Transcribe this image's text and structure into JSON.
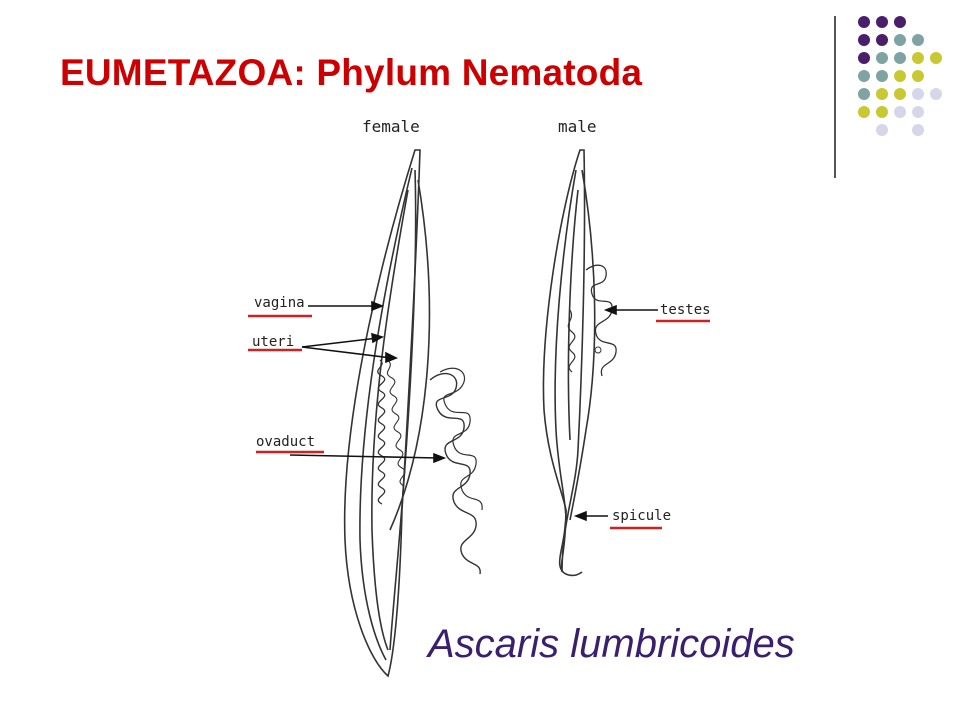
{
  "slide": {
    "title": "EUMETAZOA: Phylum Nematoda",
    "caption": "Ascaris lumbricoides"
  },
  "diagram": {
    "female_heading": "female",
    "male_heading": "male",
    "labels": {
      "vagina": "vagina",
      "uteri": "uteri",
      "ovaduct": "ovaduct",
      "testes": "testes",
      "spicule": "spicule"
    }
  },
  "colors": {
    "title": "#cc0000",
    "caption": "#3a1f6e",
    "underline": "#cc2222",
    "dot_purple": "#4b1e6b",
    "dot_teal": "#7fa3a3",
    "dot_yellow": "#c8c832",
    "dot_lavender": "#d6d6ea"
  }
}
